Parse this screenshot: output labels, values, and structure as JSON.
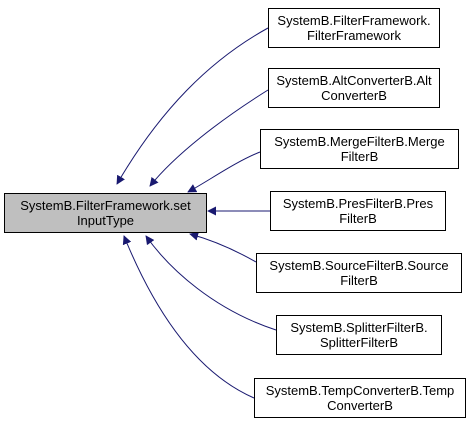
{
  "focus": {
    "line1": "SystemB.FilterFramework.set",
    "line2": "InputType"
  },
  "callers": [
    {
      "line1": "SystemB.FilterFramework.",
      "line2": "FilterFramework"
    },
    {
      "line1": "SystemB.AltConverterB.Alt",
      "line2": "ConverterB"
    },
    {
      "line1": "SystemB.MergeFilterB.Merge",
      "line2": "FilterB"
    },
    {
      "line1": "SystemB.PresFilterB.Pres",
      "line2": "FilterB"
    },
    {
      "line1": "SystemB.SourceFilterB.Source",
      "line2": "FilterB"
    },
    {
      "line1": "SystemB.SplitterFilterB.",
      "line2": "SplitterFilterB"
    },
    {
      "line1": "SystemB.TempConverterB.Temp",
      "line2": "ConverterB"
    }
  ],
  "colors": {
    "edge": "#191970",
    "focus_fill": "#bfbfbf",
    "border": "#000000"
  }
}
